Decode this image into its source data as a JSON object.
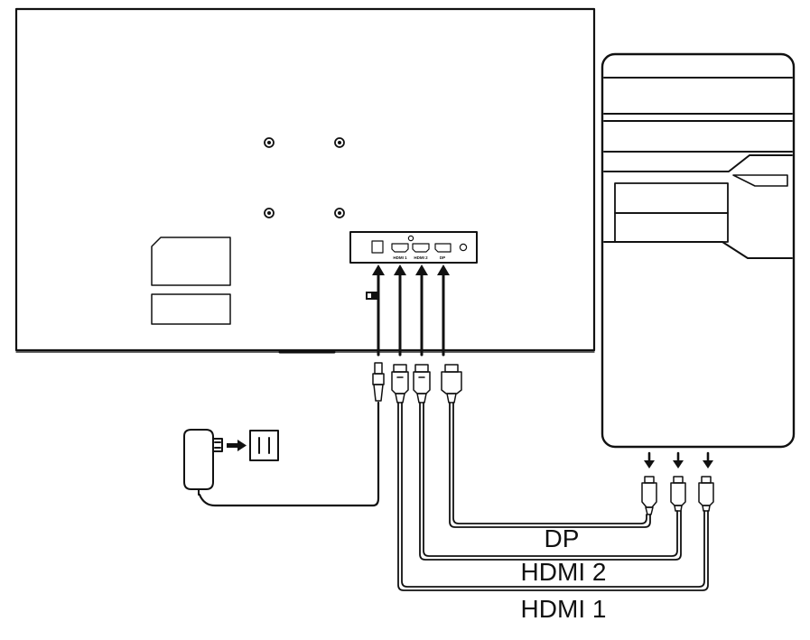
{
  "diagram": {
    "ports": [
      {
        "id": "dc-in",
        "label": ""
      },
      {
        "id": "hdmi1",
        "label": "HDMI 1"
      },
      {
        "id": "hdmi2",
        "label": "HDMI 2"
      },
      {
        "id": "dp",
        "label": "DP"
      },
      {
        "id": "audio",
        "label": ""
      }
    ],
    "cable_labels": {
      "dp": "DP",
      "hdmi2": "HDMI 2",
      "hdmi1": "HDMI 1"
    },
    "colors": {
      "line": "#111111",
      "background": "#ffffff"
    }
  }
}
